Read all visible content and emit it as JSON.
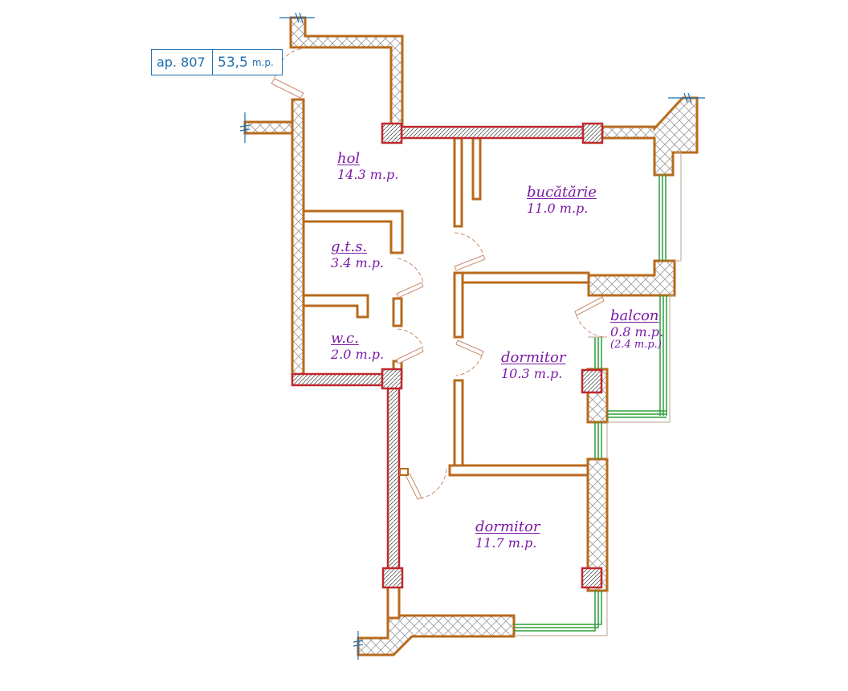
{
  "apartment": {
    "number_label": "ap. 807",
    "area_value": "53,5",
    "area_unit": "m.p."
  },
  "rooms": [
    {
      "name": "hol",
      "area": "14.3 m.p."
    },
    {
      "name": "bucătărie",
      "area": "11.0 m.p."
    },
    {
      "name": "g.t.s.",
      "area": "3.4 m.p."
    },
    {
      "name": "w.c.",
      "area": "2.0 m.p."
    },
    {
      "name": "balcon",
      "area": "0.8 m.p.",
      "extra": "(2.4 m.p.)"
    },
    {
      "name": "dormitor",
      "area": "10.3 m.p."
    },
    {
      "name": "dormitor",
      "area": "11.7 m.p."
    }
  ],
  "colors": {
    "wall_outline": "#b86a1c",
    "wall_fill": "#ffffff",
    "column_outline": "#c0282e",
    "window": "#2e9e3a",
    "label": "#7a1aa6",
    "apartment_box": "#1f6fb0"
  }
}
